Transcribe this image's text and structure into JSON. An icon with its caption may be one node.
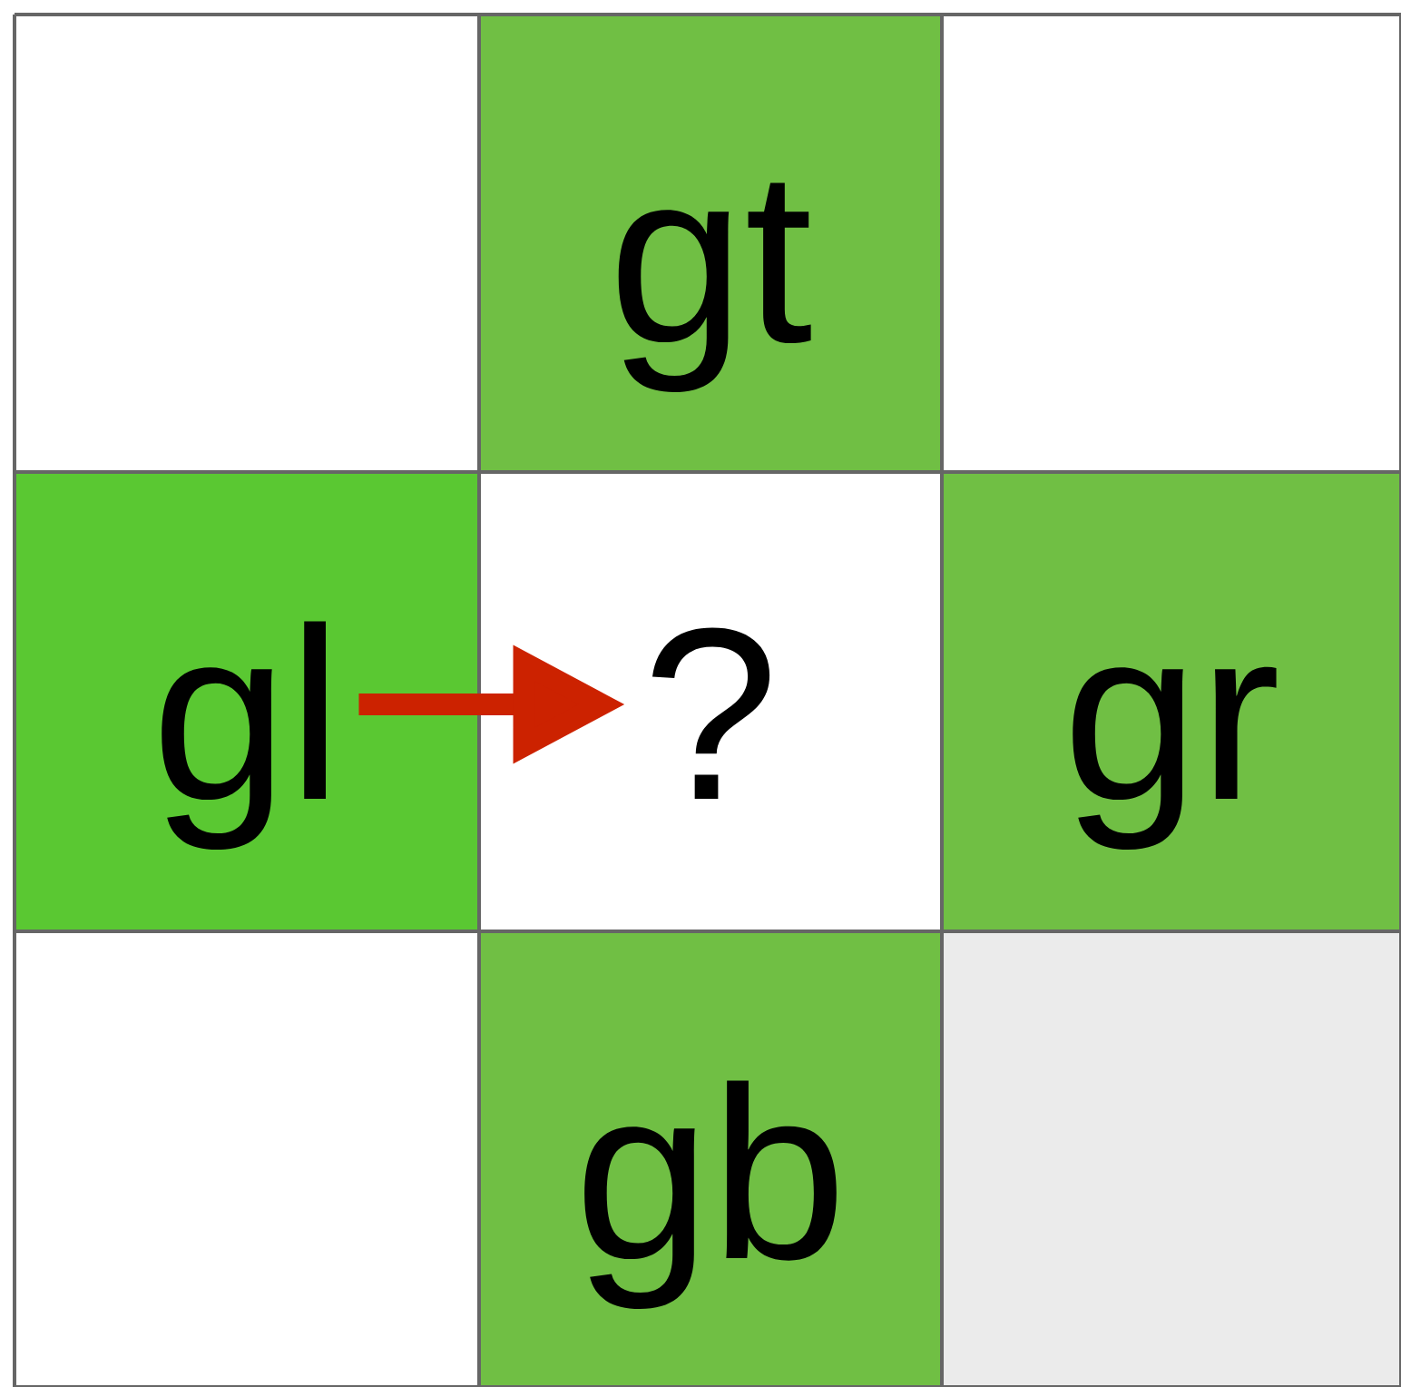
{
  "diagram": {
    "nodes": [
      {
        "text": [
          "gt"
        ]
      },
      {
        "text": [
          "gl"
        ]
      },
      {
        "text": [
          "?"
        ]
      },
      {
        "text": [
          "gr"
        ]
      },
      {
        "text": [
          "gb"
        ]
      }
    ],
    "edges": [
      {
        "from": 1,
        "to": 2,
        "arrow": "to",
        "color": "#cc2200"
      }
    ]
  }
}
